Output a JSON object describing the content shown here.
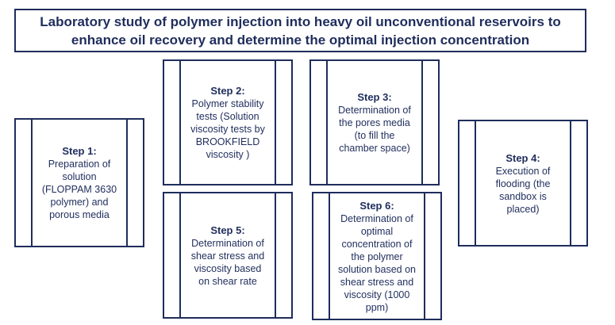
{
  "title": "Laboratory study of polymer injection into heavy oil unconventional reservoirs to enhance oil recovery and determine the optimal injection concentration",
  "steps": {
    "step1": {
      "label": "Step 1:",
      "text": "Preparation of\nsolution\n(FLOPPAM 3630\npolymer) and\nporous media"
    },
    "step2": {
      "label": "Step 2:",
      "text": "Polymer stability\ntests (Solution\nviscosity tests by\nBROOKFIELD\nviscosity )"
    },
    "step3": {
      "label": "Step 3:",
      "text": "Determination of\nthe pores media\n(to fill the\nchamber space)"
    },
    "step4": {
      "label": "Step 4:",
      "text": "Execution of\nflooding (the\nsandbox is\nplaced)"
    },
    "step5": {
      "label": "Step 5:",
      "text": "Determination of\nshear stress and\nviscosity based\non shear rate"
    },
    "step6": {
      "label": "Step 6:",
      "text": "Determination of\noptimal\nconcentration of\nthe polymer\nsolution based on\nshear stress and\nviscosity (1000\nppm)"
    }
  }
}
